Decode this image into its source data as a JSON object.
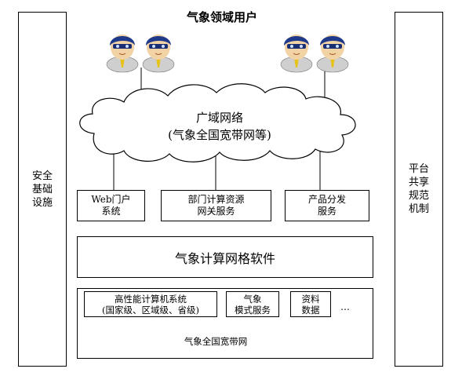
{
  "title": "气象领域用户",
  "left_panel": {
    "lines": [
      "安全",
      "基础",
      "设施"
    ]
  },
  "right_panel": {
    "lines": [
      "平台",
      "共享",
      "规范",
      "机制"
    ]
  },
  "cloud": {
    "line1": "广域网络",
    "line2": "(气象全国宽带网等)"
  },
  "services": [
    {
      "line1": "Web门户",
      "line2": "系统"
    },
    {
      "line1": "部门计算资源",
      "line2": "网关服务"
    },
    {
      "line1": "产品分发",
      "line2": "服务"
    }
  ],
  "grid_software": "气象计算网格软件",
  "resources": [
    {
      "line1": "高性能计算机系统",
      "line2": "(国家级、区域级、省级)"
    },
    {
      "line1": "气象",
      "line2": "模式服务"
    },
    {
      "line1": "资料",
      "line2": "数据"
    }
  ],
  "ellipsis": "…",
  "network_label": "气象全国宽带网",
  "colors": {
    "avatar_hair": "#1f3a8a",
    "avatar_skin": "#f2d3a6",
    "avatar_tie": "#e7c21b"
  }
}
